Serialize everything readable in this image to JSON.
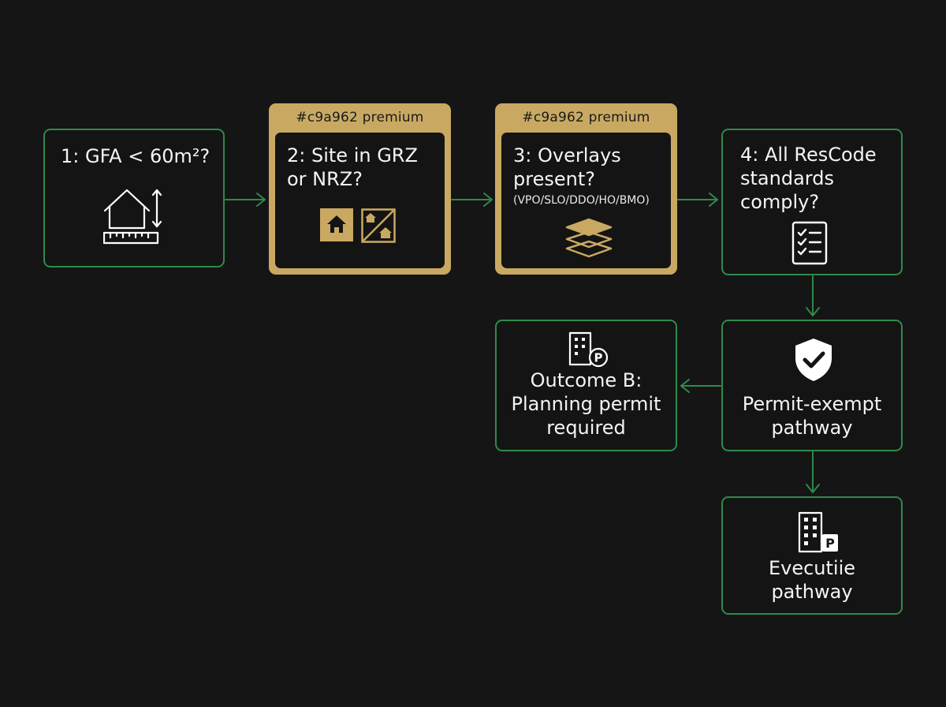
{
  "colors": {
    "background": "#151515",
    "box_fill": "#141414",
    "green_border": "#2f8a4a",
    "gold": "#c9a962",
    "text": "#f4f4f4"
  },
  "nodes": {
    "step1": {
      "title": "1: GFA < 60m²?",
      "icon": "house-measure-icon"
    },
    "step2": {
      "header": "#c9a962 premium",
      "line1": "2: Site in GRZ",
      "line2": "or NRZ?",
      "icons": [
        "home-icon",
        "zone-split-icon"
      ]
    },
    "step3": {
      "header": "#c9a962 premium",
      "line1": "3: Overlays",
      "line2": "present?",
      "sub": "(VPO/SLO/DDO/HO/BMO)",
      "icon": "layers-icon"
    },
    "step4": {
      "line1": "4: All ResCode",
      "line2": "standards",
      "line3": "comply?",
      "icon": "checklist-icon"
    },
    "outcome_b": {
      "line1": "Outcome B:",
      "line2": "Planning permit",
      "line3": "required",
      "icon": "building-parking-icon"
    },
    "permit_exempt": {
      "line1": "Permit-exempt",
      "line2": "pathway",
      "icon": "shield-check-icon"
    },
    "executive": {
      "line1": "Evecutiie",
      "line2": "pathway",
      "icon": "building-parking-icon"
    }
  },
  "edges": [
    {
      "from": "step1",
      "to": "step2"
    },
    {
      "from": "step2",
      "to": "step3"
    },
    {
      "from": "step3",
      "to": "step4"
    },
    {
      "from": "step4",
      "to": "permit_exempt"
    },
    {
      "from": "permit_exempt",
      "to": "outcome_b"
    },
    {
      "from": "permit_exempt",
      "to": "executive"
    }
  ]
}
